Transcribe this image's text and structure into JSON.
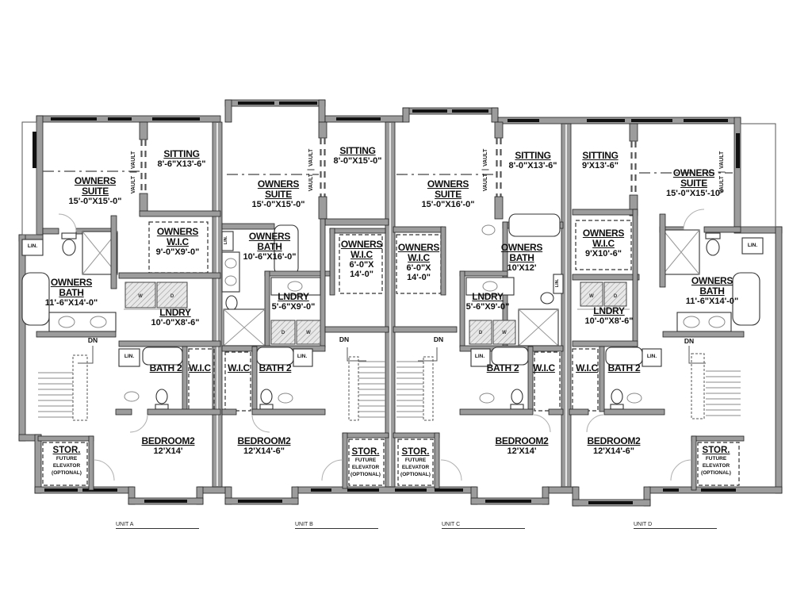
{
  "drawing": {
    "shared": {
      "dn": "DN",
      "lin": "LIN.",
      "vault": "VAULT",
      "washer": "W",
      "dryer": "D"
    },
    "units": [
      {
        "name": "UNIT A",
        "owners_suite": {
          "label": "OWNERS SUITE",
          "dims": "15'-0\"X15'-0\""
        },
        "sitting": {
          "label": "SITTING",
          "dims": "8'-6\"X13'-6\""
        },
        "owners_wic": {
          "label": "OWNERS W.I.C",
          "dims": "9'-0\"X9'-0\""
        },
        "owners_bath": {
          "label": "OWNERS BATH",
          "dims": "11'-6\"X14'-0\""
        },
        "laundry": {
          "label": "LNDRY",
          "dims": "10'-0\"X8'-6\""
        },
        "bath2": {
          "label": "BATH 2"
        },
        "wic": {
          "label": "W.I.C"
        },
        "bedroom2": {
          "label": "BEDROOM2",
          "dims": "12'X14'"
        },
        "storage": {
          "label": "STOR.",
          "note": "FUTURE ELEVATOR (OPTIONAL)"
        }
      },
      {
        "name": "UNIT B",
        "owners_suite": {
          "label": "OWNERS SUITE",
          "dims": "15'-0\"X15'-0\""
        },
        "sitting": {
          "label": "SITTING",
          "dims": "8'-0\"X15'-0\""
        },
        "owners_wic": {
          "label": "OWNERS W.I.C",
          "dims": "6'-0\"X 14'-0\""
        },
        "owners_bath": {
          "label": "OWNERS BATH",
          "dims": "10'-6\"X16'-0\""
        },
        "laundry": {
          "label": "LNDRY",
          "dims": "5'-6\"X9'-0\""
        },
        "bath2": {
          "label": "BATH 2"
        },
        "wic": {
          "label": "W.I.C"
        },
        "bedroom2": {
          "label": "BEDROOM2",
          "dims": "12'X14'-6\""
        },
        "storage": {
          "label": "STOR.",
          "note": "FUTURE ELEVATOR (OPTIONAL)"
        }
      },
      {
        "name": "UNIT C",
        "owners_suite": {
          "label": "OWNERS SUITE",
          "dims": "15'-0\"X16'-0\""
        },
        "sitting": {
          "label": "SITTING",
          "dims": "8'-0\"X13'-6\""
        },
        "owners_wic": {
          "label": "OWNERS W.I.C",
          "dims": "6'-0\"X 14'-0\""
        },
        "owners_bath": {
          "label": "OWNERS BATH",
          "dims": "10'X12'"
        },
        "laundry": {
          "label": "LNDRY",
          "dims": "5'-6\"X9'-0\""
        },
        "bath2": {
          "label": "BATH 2"
        },
        "wic": {
          "label": "W.I.C"
        },
        "bedroom2": {
          "label": "BEDROOM2",
          "dims": "12'X14'"
        },
        "storage": {
          "label": "STOR.",
          "note": "FUTURE ELEVATOR (OPTIONAL)"
        }
      },
      {
        "name": "UNIT D",
        "owners_suite": {
          "label": "OWNERS SUITE",
          "dims": "15'-0\"X15'-10\""
        },
        "sitting": {
          "label": "SITTING",
          "dims": "9'X13'-6\""
        },
        "owners_wic": {
          "label": "OWNERS W.I.C",
          "dims": "9'X10'-6\""
        },
        "owners_bath": {
          "label": "OWNERS BATH",
          "dims": "11'-6\"X14'-0\""
        },
        "laundry": {
          "label": "LNDRY",
          "dims": "10'-0\"X8'-6\""
        },
        "bath2": {
          "label": "BATH 2"
        },
        "wic": {
          "label": "W.I.C"
        },
        "bedroom2": {
          "label": "BEDROOM2",
          "dims": "12'X14'-6\""
        },
        "storage": {
          "label": "STOR.",
          "note": "FUTURE ELEVATOR (OPTIONAL)"
        }
      }
    ]
  }
}
